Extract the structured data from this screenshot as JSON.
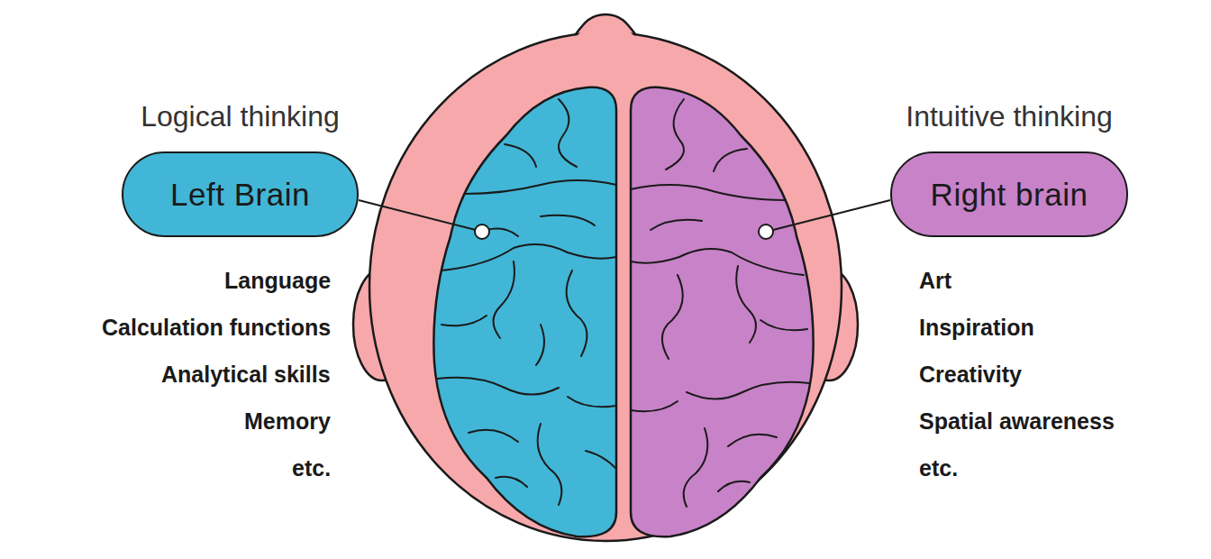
{
  "diagram": {
    "nodes": [
      {
        "text": [
          "Logical thinking",
          "Left Brain"
        ]
      },
      {
        "text": [
          "Intuitive thinking",
          "Right brain"
        ]
      }
    ],
    "labels": [
      "Language",
      "Calculation functions",
      "Analytical skills",
      "Memory",
      "etc.",
      "Art",
      "Inspiration",
      "Creativity",
      "Spatial awareness",
      "etc."
    ]
  }
}
